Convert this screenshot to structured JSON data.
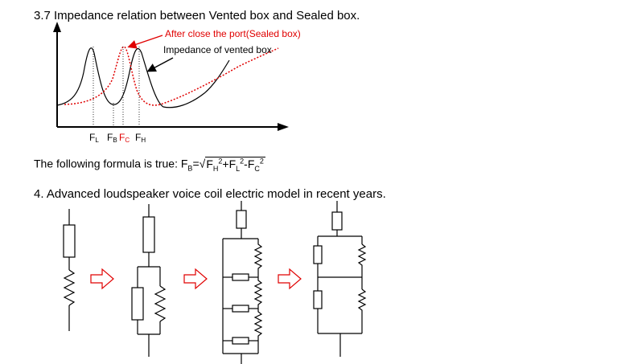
{
  "section_37": {
    "heading": "3.7 Impedance relation between Vented box and Sealed box.",
    "annotation_sealed": "After close the port(Sealed box)",
    "annotation_vented": "Impedance of vented box",
    "freq_labels": [
      {
        "base": "F",
        "sub": "L",
        "color": "#000000"
      },
      {
        "base": "F",
        "sub": "B",
        "color": "#000000"
      },
      {
        "base": "F",
        "sub": "C",
        "color": "#e00000"
      },
      {
        "base": "F",
        "sub": "H",
        "color": "#000000"
      }
    ],
    "formula": {
      "prefix": "The following formula is true: ",
      "lhs_base": "F",
      "lhs_sub": "B",
      "equals": "=",
      "terms": [
        {
          "base": "F",
          "sub": "H",
          "sup": "2",
          "op": "+"
        },
        {
          "base": "F",
          "sub": "L",
          "sup": "2",
          "op": "-"
        },
        {
          "base": "F",
          "sub": "C",
          "sup": "2",
          "op": ""
        }
      ]
    }
  },
  "section_4": {
    "heading": "4. Advanced loudspeaker voice coil electric model in recent years."
  },
  "colors": {
    "sealed_curve": "#e00000",
    "vented_curve": "#000000",
    "arrow_outline": "#e00000"
  }
}
